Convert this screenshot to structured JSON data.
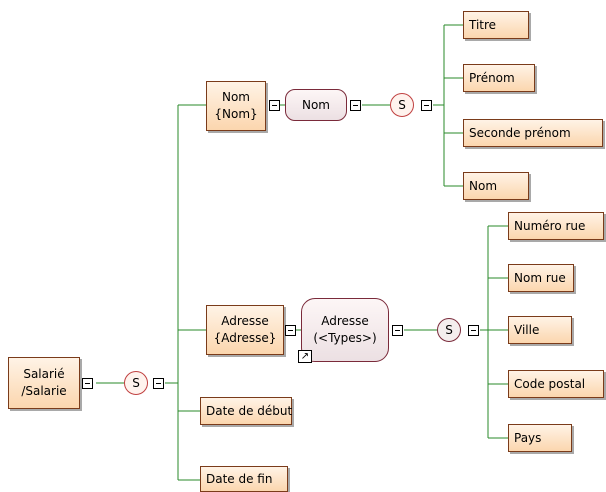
{
  "nodes": {
    "salarie": "Salarié\n/Salarie",
    "nom_element": "Nom\n{Nom}",
    "nom_group": "Nom",
    "titre": "Titre",
    "prenom": "Prénom",
    "seconde_prenom": "Seconde prénom",
    "nom_leaf": "Nom",
    "adresse_element": "Adresse\n{Adresse}",
    "adresse_group": "Adresse\n(<Types>)",
    "numero_rue": "Numéro rue",
    "nom_rue": "Nom rue",
    "ville": "Ville",
    "code_postal": "Code postal",
    "pays": "Pays",
    "date_debut": "Date de début",
    "date_fin": "Date de fin"
  },
  "sequence_label": "S",
  "shortcut_icon": "link-arrow-icon"
}
